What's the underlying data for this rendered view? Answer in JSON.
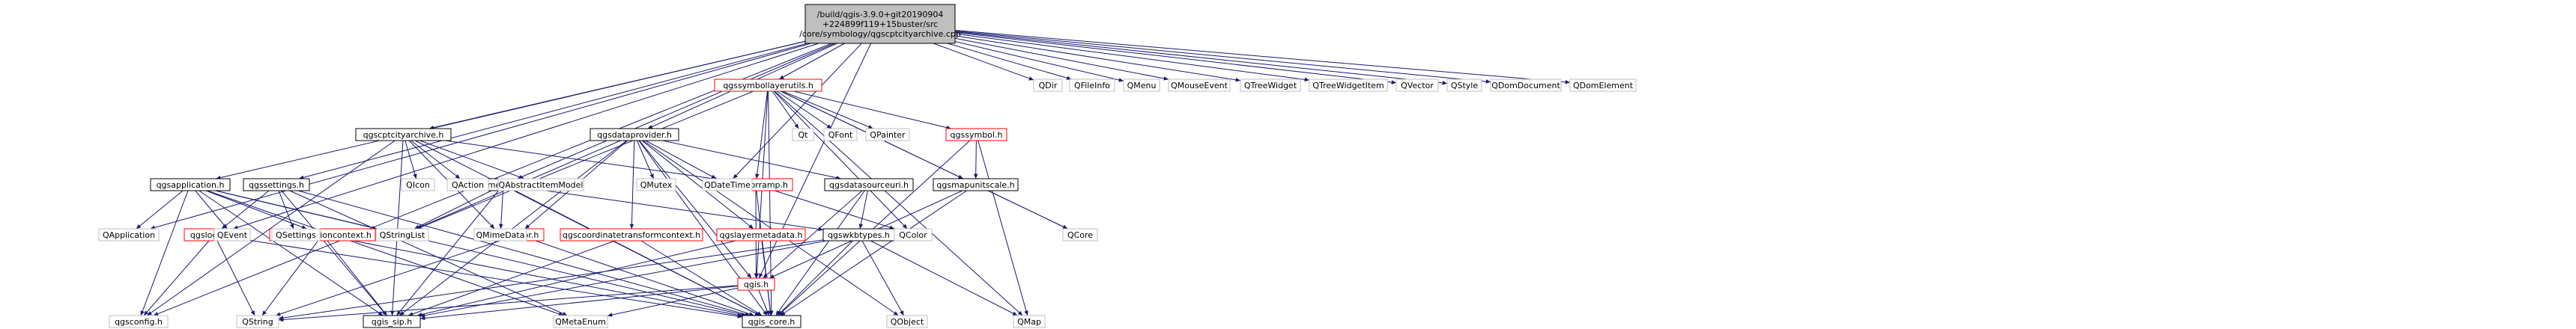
{
  "colors": {
    "root_fill": "#bfbfbf",
    "node_fill": "#ffffff",
    "node_border": "#000000",
    "external_border": "#bfbfbf",
    "missing_border": "#ff0000",
    "edge": "#191970"
  },
  "root": {
    "id": "root",
    "lines": [
      "/build/qgis-3.9.0+git20190904",
      "+224899f119+15buster/src",
      "/core/symbology/qgscptcityarchive.cpp"
    ]
  },
  "nodes": [
    {
      "id": "qgscptcityarchive_h",
      "label": "qgscptcityarchive.h",
      "kind": "normal"
    },
    {
      "id": "qgsdataprovider_h",
      "label": "qgsdataprovider.h",
      "kind": "normal"
    },
    {
      "id": "qgssymbollayerutils_h",
      "label": "qgssymbollayerutils.h",
      "kind": "missing"
    },
    {
      "id": "qgsapplication_h",
      "label": "qgsapplication.h",
      "kind": "normal"
    },
    {
      "id": "qgssettings_h",
      "label": "qgssettings.h",
      "kind": "normal"
    },
    {
      "id": "qgsmimedatautils_h",
      "label": "qgsmimedatautils.h",
      "kind": "normal"
    },
    {
      "id": "qgscolorramp_h",
      "label": "qgscolorramp.h",
      "kind": "missing"
    },
    {
      "id": "qgsdatasourceuri_h",
      "label": "qgsdatasourceuri.h",
      "kind": "normal"
    },
    {
      "id": "qgssymbol_h",
      "label": "qgssymbol.h",
      "kind": "missing"
    },
    {
      "id": "qgsmapunitscale_h",
      "label": "qgsmapunitscale.h",
      "kind": "normal"
    },
    {
      "id": "qgslogger_h",
      "label": "qgslogger.h",
      "kind": "missing"
    },
    {
      "id": "qgstranslationcontext_h",
      "label": "qgstranslationcontext.h",
      "kind": "missing"
    },
    {
      "id": "qgserror_h",
      "label": "qgserror.h",
      "kind": "missing"
    },
    {
      "id": "qgscoordinatetransformcontext_h",
      "label": "qgscoordinatetransformcontext.h",
      "kind": "missing"
    },
    {
      "id": "qgslayermetadata_h",
      "label": "qgslayermetadata.h",
      "kind": "missing"
    },
    {
      "id": "qgis_h",
      "label": "qgis.h",
      "kind": "missing"
    },
    {
      "id": "qgswkbtypes_h",
      "label": "qgswkbtypes.h",
      "kind": "normal"
    },
    {
      "id": "qgis_sip_h",
      "label": "qgis_sip.h",
      "kind": "normal"
    },
    {
      "id": "qgis_core_h",
      "label": "qgis_core.h",
      "kind": "normal"
    },
    {
      "id": "qgsconfig_h",
      "label": "qgsconfig.h",
      "kind": "external"
    },
    {
      "id": "QApplication",
      "label": "QApplication",
      "kind": "external"
    },
    {
      "id": "QEvent",
      "label": "QEvent",
      "kind": "external"
    },
    {
      "id": "QString",
      "label": "QString",
      "kind": "external"
    },
    {
      "id": "QSettings",
      "label": "QSettings",
      "kind": "external"
    },
    {
      "id": "QStringList",
      "label": "QStringList",
      "kind": "external"
    },
    {
      "id": "QMimeData",
      "label": "QMimeData",
      "kind": "external"
    },
    {
      "id": "QMetaEnum",
      "label": "QMetaEnum",
      "kind": "external"
    },
    {
      "id": "QIcon",
      "label": "QIcon",
      "kind": "external"
    },
    {
      "id": "QAction",
      "label": "QAction",
      "kind": "external"
    },
    {
      "id": "QAbstractItemModel",
      "label": "QAbstractItemModel",
      "kind": "external"
    },
    {
      "id": "QMutex",
      "label": "QMutex",
      "kind": "external"
    },
    {
      "id": "QDateTime",
      "label": "QDateTime",
      "kind": "external"
    },
    {
      "id": "Qt",
      "label": "Qt",
      "kind": "external"
    },
    {
      "id": "QFont",
      "label": "QFont",
      "kind": "external"
    },
    {
      "id": "QPainter",
      "label": "QPainter",
      "kind": "external"
    },
    {
      "id": "QColor",
      "label": "QColor",
      "kind": "external"
    },
    {
      "id": "QObject",
      "label": "QObject",
      "kind": "external"
    },
    {
      "id": "QMap",
      "label": "QMap",
      "kind": "external"
    },
    {
      "id": "QCore",
      "label": "QCore",
      "kind": "external"
    },
    {
      "id": "QDir",
      "label": "QDir",
      "kind": "external"
    },
    {
      "id": "QFileInfo",
      "label": "QFileInfo",
      "kind": "external"
    },
    {
      "id": "QMenu",
      "label": "QMenu",
      "kind": "external"
    },
    {
      "id": "QMouseEvent",
      "label": "QMouseEvent",
      "kind": "external"
    },
    {
      "id": "QTreeWidget",
      "label": "QTreeWidget",
      "kind": "external"
    },
    {
      "id": "QTreeWidgetItem",
      "label": "QTreeWidgetItem",
      "kind": "external"
    },
    {
      "id": "QVector",
      "label": "QVector",
      "kind": "external"
    },
    {
      "id": "QStyle",
      "label": "QStyle",
      "kind": "external"
    },
    {
      "id": "QDomDocument",
      "label": "QDomDocument",
      "kind": "external"
    },
    {
      "id": "QDomElement",
      "label": "QDomElement",
      "kind": "external"
    }
  ],
  "edges": [
    [
      "root",
      "qgscptcityarchive_h"
    ],
    [
      "root",
      "qgsdataprovider_h"
    ],
    [
      "root",
      "qgssymbollayerutils_h"
    ],
    [
      "root",
      "qgsapplication_h"
    ],
    [
      "root",
      "qgssettings_h"
    ],
    [
      "root",
      "qgsmimedatautils_h"
    ],
    [
      "root",
      "qgis_h"
    ],
    [
      "root",
      "qgslogger_h"
    ],
    [
      "root",
      "qgsconfig_h"
    ],
    [
      "root",
      "QApplication"
    ],
    [
      "root",
      "QDateTime"
    ],
    [
      "root",
      "QDir"
    ],
    [
      "root",
      "QFileInfo"
    ],
    [
      "root",
      "QMenu"
    ],
    [
      "root",
      "QMouseEvent"
    ],
    [
      "root",
      "QTreeWidget"
    ],
    [
      "root",
      "QTreeWidgetItem"
    ],
    [
      "root",
      "QVector"
    ],
    [
      "root",
      "QStyle"
    ],
    [
      "root",
      "QDomDocument"
    ],
    [
      "root",
      "QDomElement"
    ],
    [
      "qgscptcityarchive_h",
      "QIcon"
    ],
    [
      "qgscptcityarchive_h",
      "QAction"
    ],
    [
      "qgscptcityarchive_h",
      "QAbstractItemModel"
    ],
    [
      "qgscptcityarchive_h",
      "QMimeData"
    ],
    [
      "qgscptcityarchive_h",
      "qgis_core_h"
    ],
    [
      "qgscptcityarchive_h",
      "qgis_sip_h"
    ],
    [
      "qgscptcityarchive_h",
      "qgscolorramp_h"
    ],
    [
      "qgscptcityarchive_h",
      "qgsconfig_h"
    ],
    [
      "qgsdataprovider_h",
      "QMutex"
    ],
    [
      "qgsdataprovider_h",
      "QDateTime"
    ],
    [
      "qgsdataprovider_h",
      "QStringList"
    ],
    [
      "qgsdataprovider_h",
      "qgsdatasourceuri_h"
    ],
    [
      "qgsdataprovider_h",
      "qgserror_h"
    ],
    [
      "qgsdataprovider_h",
      "qgis_core_h"
    ],
    [
      "qgsdataprovider_h",
      "qgis_sip_h"
    ],
    [
      "qgsdataprovider_h",
      "qgscoordinatetransformcontext_h"
    ],
    [
      "qgsdataprovider_h",
      "qgslayermetadata_h"
    ],
    [
      "qgsdataprovider_h",
      "qgis_h"
    ],
    [
      "qgsdataprovider_h",
      "QObject"
    ],
    [
      "qgssymbollayerutils_h",
      "Qt"
    ],
    [
      "qgssymbollayerutils_h",
      "QFont"
    ],
    [
      "qgssymbollayerutils_h",
      "QPainter"
    ],
    [
      "qgssymbollayerutils_h",
      "QColor"
    ],
    [
      "qgssymbollayerutils_h",
      "qgssymbol_h"
    ],
    [
      "qgssymbollayerutils_h",
      "qgsmapunitscale_h"
    ],
    [
      "qgssymbollayerutils_h",
      "qgscolorramp_h"
    ],
    [
      "qgssymbollayerutils_h",
      "qgis_core_h"
    ],
    [
      "qgssymbollayerutils_h",
      "qgis_h"
    ],
    [
      "qgssymbollayerutils_h",
      "QMap"
    ],
    [
      "qgssymbollayerutils_h",
      "QCore"
    ],
    [
      "qgssymbollayerutils_h",
      "QStringList"
    ],
    [
      "qgsapplication_h",
      "QApplication"
    ],
    [
      "qgsapplication_h",
      "QEvent"
    ],
    [
      "qgsapplication_h",
      "QStringList"
    ],
    [
      "qgsapplication_h",
      "qgis_sip_h"
    ],
    [
      "qgsapplication_h",
      "qgis_core_h"
    ],
    [
      "qgsapplication_h",
      "qgstranslationcontext_h"
    ],
    [
      "qgsapplication_h",
      "qgsconfig_h"
    ],
    [
      "qgsapplication_h",
      "QMetaEnum"
    ],
    [
      "qgssettings_h",
      "QSettings"
    ],
    [
      "qgssettings_h",
      "QMetaEnum"
    ],
    [
      "qgssettings_h",
      "qgis_core_h"
    ],
    [
      "qgssettings_h",
      "qgis_sip_h"
    ],
    [
      "qgssettings_h",
      "qgslogger_h"
    ],
    [
      "qgsmimedatautils_h",
      "QStringList"
    ],
    [
      "qgsmimedatautils_h",
      "QMimeData"
    ],
    [
      "qgsmimedatautils_h",
      "qgis_core_h"
    ],
    [
      "qgsmimedatautils_h",
      "qgis_sip_h"
    ],
    [
      "qgsmimedatautils_h",
      "qgswkbtypes_h"
    ],
    [
      "qgscolorramp_h",
      "QColor"
    ],
    [
      "qgscolorramp_h",
      "qgis_core_h"
    ],
    [
      "qgscolorramp_h",
      "qgis_h"
    ],
    [
      "qgsdatasourceuri_h",
      "qgis_core_h"
    ],
    [
      "qgsdatasourceuri_h",
      "qgis_h"
    ],
    [
      "qgsdatasourceuri_h",
      "qgswkbtypes_h"
    ],
    [
      "qgssymbol_h",
      "qgsmapunitscale_h"
    ],
    [
      "qgssymbol_h",
      "qgis_core_h"
    ],
    [
      "qgssymbol_h",
      "QMap"
    ],
    [
      "qgsmapunitscale_h",
      "qgis_core_h"
    ],
    [
      "qgsmapunitscale_h",
      "qgis_h"
    ],
    [
      "qgsmapunitscale_h",
      "QCore"
    ],
    [
      "qgslogger_h",
      "QString"
    ],
    [
      "qgslogger_h",
      "qgis_core_h"
    ],
    [
      "qgslogger_h",
      "qgsconfig_h"
    ],
    [
      "qgstranslationcontext_h",
      "QString"
    ],
    [
      "qgstranslationcontext_h",
      "qgis_core_h"
    ],
    [
      "qgstranslationcontext_h",
      "qgis_sip_h"
    ],
    [
      "qgserror_h",
      "QString"
    ],
    [
      "qgserror_h",
      "qgis_core_h"
    ],
    [
      "qgscoordinatetransformcontext_h",
      "qgis_core_h"
    ],
    [
      "qgscoordinatetransformcontext_h",
      "qgis_sip_h"
    ],
    [
      "qgslayermetadata_h",
      "qgis_sip_h"
    ],
    [
      "qgslayermetadata_h",
      "qgis_core_h"
    ],
    [
      "qgis_h",
      "QMetaEnum"
    ],
    [
      "qgis_h",
      "qgis_core_h"
    ],
    [
      "qgis_h",
      "qgis_sip_h"
    ],
    [
      "qgis_h",
      "QString"
    ],
    [
      "qgswkbtypes_h",
      "QObject"
    ],
    [
      "qgswkbtypes_h",
      "QMap"
    ],
    [
      "qgswkbtypes_h",
      "qgis_core_h"
    ],
    [
      "qgswkbtypes_h",
      "qgis_sip_h"
    ],
    [
      "qgswkbtypes_h",
      "QString"
    ]
  ]
}
